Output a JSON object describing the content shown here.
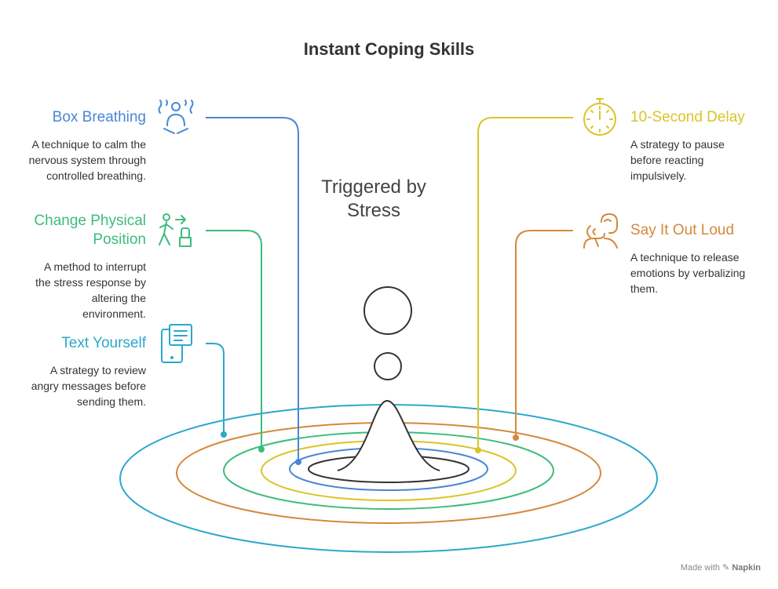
{
  "title": "Instant Coping Skills",
  "center": {
    "line1": "Triggered by",
    "line2": "Stress"
  },
  "items": {
    "box_breathing": {
      "title": "Box Breathing",
      "desc": [
        "A technique to calm the",
        "nervous system through",
        "controlled breathing."
      ],
      "color": "#4a86d6",
      "icon": "breathing-person-icon"
    },
    "change_position": {
      "title_lines": [
        "Change Physical",
        "Position"
      ],
      "desc": [
        "A method to interrupt",
        "the stress response by",
        "altering the",
        "environment."
      ],
      "color": "#3dbb7e",
      "icon": "walking-person-icon"
    },
    "text_yourself": {
      "title": "Text Yourself",
      "desc": [
        "A strategy to review",
        "angry messages before",
        "sending them."
      ],
      "color": "#2ba8cc",
      "icon": "phone-message-icon"
    },
    "ten_second_delay": {
      "title": "10-Second Delay",
      "desc": [
        "A strategy to pause",
        "before reacting",
        "impulsively."
      ],
      "color": "#d9c52a",
      "icon": "stopwatch-icon"
    },
    "say_it_out_loud": {
      "title": "Say It Out Loud",
      "desc": [
        "A technique to release",
        "emotions by verbalizing",
        "them."
      ],
      "color": "#d4893a",
      "icon": "speaking-person-icon"
    }
  },
  "footer": {
    "made_with": "Made with",
    "brand": "Napkin"
  }
}
